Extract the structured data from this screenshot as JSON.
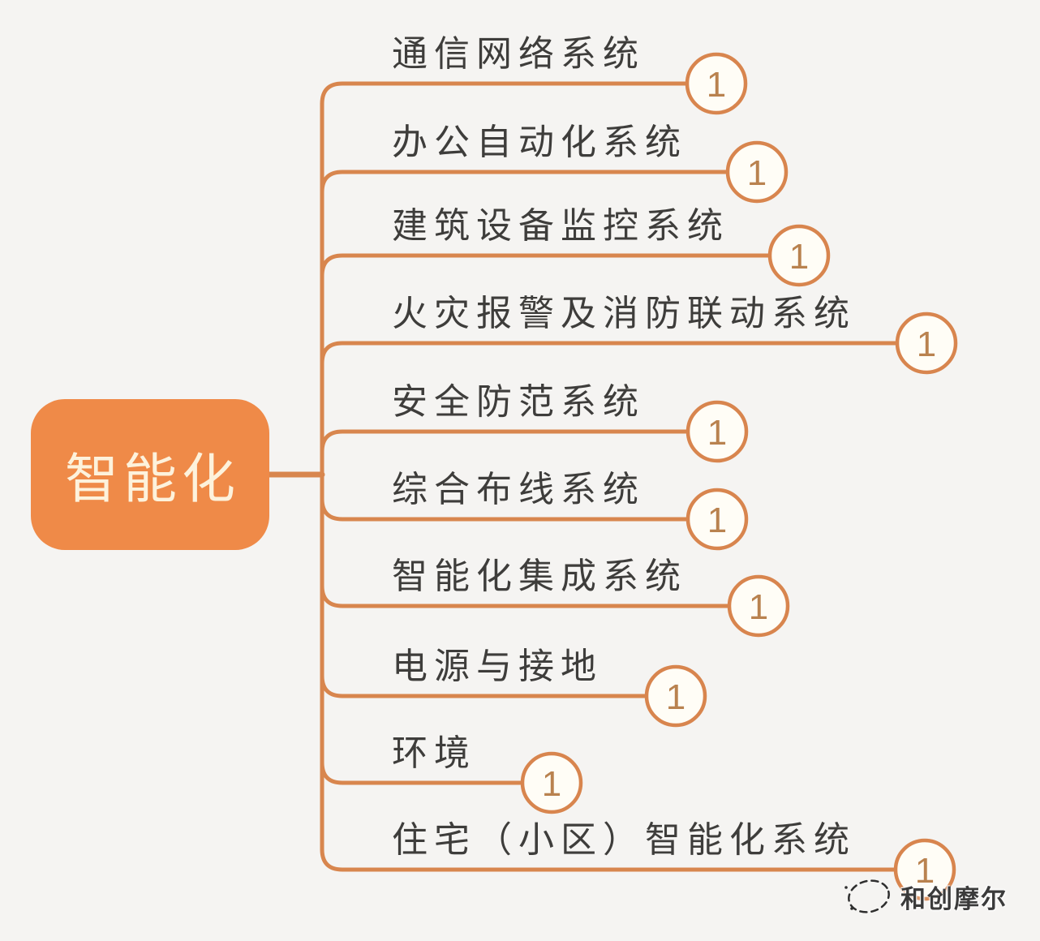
{
  "diagram": {
    "root": {
      "label": "智能化"
    },
    "branches": [
      {
        "label": "通信网络系统",
        "badge": "1"
      },
      {
        "label": "办公自动化系统",
        "badge": "1"
      },
      {
        "label": "建筑设备监控系统",
        "badge": "1"
      },
      {
        "label": "火灾报警及消防联动系统",
        "badge": "1"
      },
      {
        "label": "安全防范系统",
        "badge": "1"
      },
      {
        "label": "综合布线系统",
        "badge": "1"
      },
      {
        "label": "智能化集成系统",
        "badge": "1"
      },
      {
        "label": "电源与接地",
        "badge": "1"
      },
      {
        "label": "环境",
        "badge": "1"
      },
      {
        "label": "住宅（小区）智能化系统",
        "badge": "1"
      }
    ],
    "watermark": {
      "text": "和创摩尔"
    },
    "colors": {
      "node_fill": "#ef8a48",
      "node_text": "#fdf2dc",
      "branch_line": "#d8864e",
      "badge_stroke": "#d8854e",
      "badge_fill": "#fffdf6",
      "badge_text": "#b9824f",
      "label_text": "#3e3d3b",
      "background": "#f5f4f2"
    }
  }
}
